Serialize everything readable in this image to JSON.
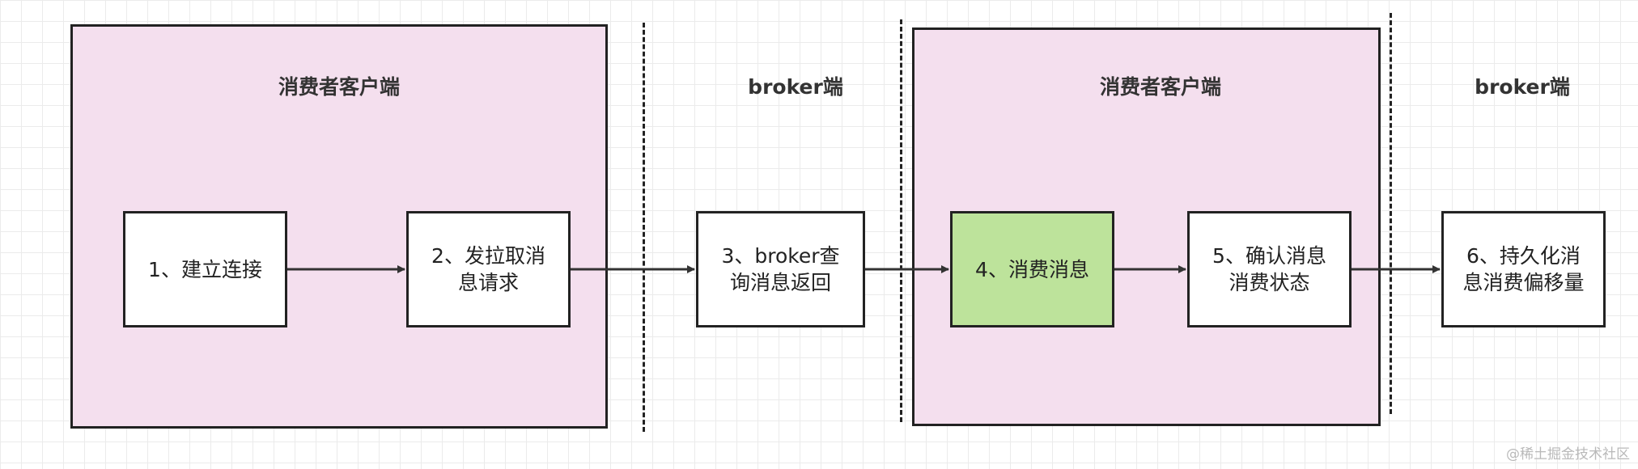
{
  "regions": [
    {
      "title": "消费者客户端",
      "fill": "#f4dfee"
    },
    {
      "title": "消费者客户端",
      "fill": "#f4dfee"
    }
  ],
  "zone_titles": [
    "broker端",
    "broker端"
  ],
  "steps": [
    {
      "line1": "1、建立连接",
      "line2": ""
    },
    {
      "line1": "2、发拉取消",
      "line2": "息请求"
    },
    {
      "line1": "3、broker查",
      "line2": "询消息返回"
    },
    {
      "line1": "4、消费消息",
      "line2": "",
      "highlight_color": "#bde39b"
    },
    {
      "line1": "5、确认消息",
      "line2": "消费状态"
    },
    {
      "line1": "6、持久化消",
      "line2": "息消费偏移量"
    }
  ],
  "watermark": "@稀土掘金技术社区"
}
